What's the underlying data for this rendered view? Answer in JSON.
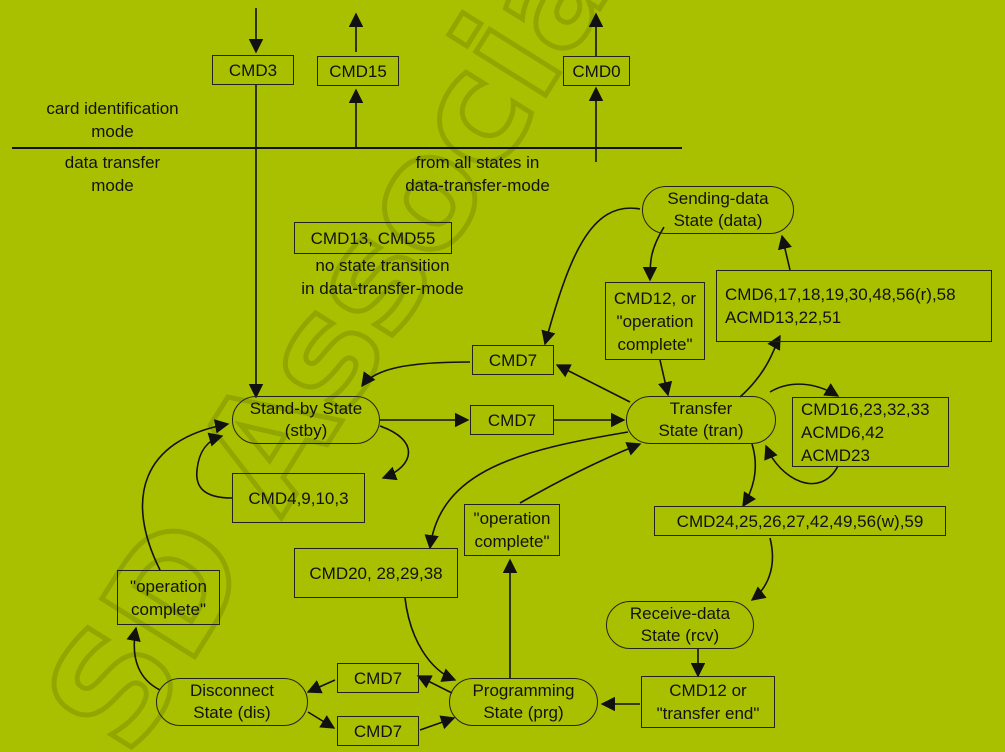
{
  "watermark": "SD Association",
  "labels": {
    "card_identification_mode": "card identification\nmode",
    "data_transfer_mode": "data transfer\nmode",
    "from_all_states": "from all states in\ndata-transfer-mode",
    "no_state_transition": "no state transition\nin data-transfer-mode"
  },
  "commands": {
    "cmd3": "CMD3",
    "cmd15": "CMD15",
    "cmd0": "CMD0",
    "cmd13_55": "CMD13, CMD55",
    "cmd12_or_op_complete": "CMD12, or\n\"operation\ncomplete\"",
    "cmd6_list": "CMD6,17,18,19,30,48,56(r),58\nACMD13,22,51",
    "cmd7_upper": "CMD7",
    "cmd7_middle": "CMD7",
    "cmd16_list": "CMD16,23,32,33\nACMD6,42\nACMD23",
    "cmd4_list": "CMD4,9,10,3",
    "op_complete_prg": "\"operation\ncomplete\"",
    "cmd24_list": "CMD24,25,26,27,42,49,56(w),59",
    "op_complete_dis": "\"operation\ncomplete\"",
    "cmd20_list": "CMD20, 28,29,38",
    "cmd7_dis_from_prg": "CMD7",
    "cmd7_dis_to_prg": "CMD7",
    "cmd12_or_transfer_end": "CMD12 or\n\"transfer end\""
  },
  "states": {
    "sending_data": "Sending-data\nState (data)",
    "standby": "Stand-by State\n(stby)",
    "transfer": "Transfer\nState (tran)",
    "receive_data": "Receive-data\nState (rcv)",
    "disconnect": "Disconnect\nState (dis)",
    "programming": "Programming\nState (prg)"
  },
  "colors": {
    "background": "#a9c000",
    "line": "#111111",
    "watermark": "#7f9300"
  }
}
